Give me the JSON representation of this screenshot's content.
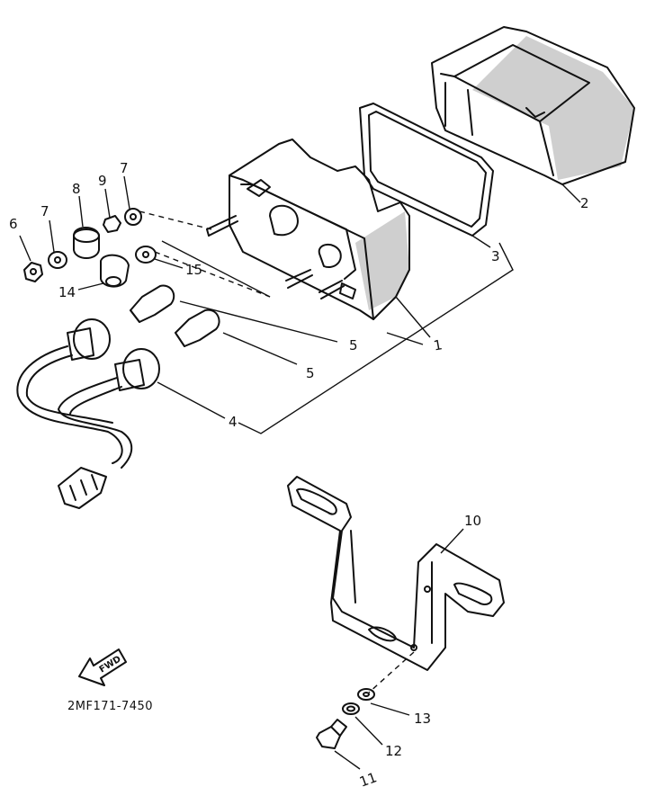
{
  "diagram_code": "2MF171-7450",
  "direction_arrow_text": "FWD",
  "callouts": {
    "c1": "1",
    "c2": "2",
    "c3": "3",
    "c4": "4",
    "c5a": "5",
    "c5b": "5",
    "c6": "6",
    "c7a": "7",
    "c7b": "7",
    "c8": "8",
    "c9": "9",
    "c10": "10",
    "c11": "11",
    "c12": "12",
    "c13": "13",
    "c14": "14",
    "c15": "15"
  }
}
